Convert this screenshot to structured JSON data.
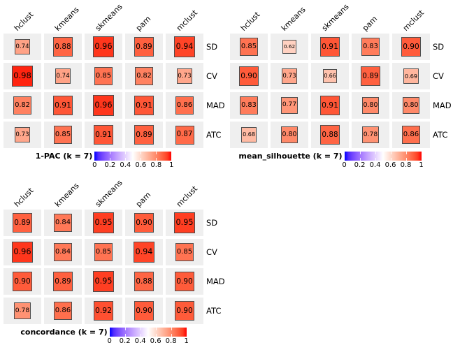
{
  "styles": {
    "cell_background": "#efefef",
    "square_border": "#4d4d4d",
    "text_color": "#000000",
    "scale_low": "#0000ff",
    "scale_mid": "#ffffff",
    "scale_high": "#ff0000"
  },
  "chart_data": [
    {
      "type": "heatmap",
      "title": "1-PAC (k = 7)",
      "categories": [
        "hclust",
        "kmeans",
        "skmeans",
        "pam",
        "mclust"
      ],
      "row_labels": [
        "SD",
        "CV",
        "MAD",
        "ATC"
      ],
      "values": [
        [
          0.74,
          0.88,
          0.96,
          0.89,
          0.94
        ],
        [
          0.98,
          0.74,
          0.85,
          0.82,
          0.73
        ],
        [
          0.82,
          0.91,
          0.96,
          0.91,
          0.86
        ],
        [
          0.73,
          0.85,
          0.91,
          0.89,
          0.87
        ]
      ],
      "value_labels": [
        [
          "0.74",
          "0.88",
          "0.96",
          "0.89",
          "0.94"
        ],
        [
          "0.98",
          "0.74",
          "0.85",
          "0.82",
          "0.73"
        ],
        [
          "0.82",
          "0.91",
          "0.96",
          "0.91",
          "0.86"
        ],
        [
          "0.73",
          "0.85",
          "0.91",
          "0.89",
          "0.87"
        ]
      ],
      "size_encodes": "value",
      "legend_position": "bottom",
      "colorbar": {
        "min": 0,
        "max": 1,
        "mid_value": 0.5,
        "low_color": "#0000ff",
        "mid_color": "#ffffff",
        "high_color": "#ff0000",
        "ticks": [
          "0",
          "0.2",
          "0.4",
          "0.6",
          "0.8",
          "1"
        ],
        "tick_values": [
          0,
          0.2,
          0.4,
          0.6,
          0.8,
          1
        ]
      }
    },
    {
      "type": "heatmap",
      "title": "mean_silhouette (k = 7)",
      "categories": [
        "hclust",
        "kmeans",
        "skmeans",
        "pam",
        "mclust"
      ],
      "row_labels": [
        "SD",
        "CV",
        "MAD",
        "ATC"
      ],
      "values": [
        [
          0.85,
          0.62,
          0.91,
          0.83,
          0.9
        ],
        [
          0.9,
          0.73,
          0.66,
          0.89,
          0.69
        ],
        [
          0.83,
          0.77,
          0.91,
          0.8,
          0.8
        ],
        [
          0.68,
          0.8,
          0.88,
          0.78,
          0.86
        ]
      ],
      "value_labels": [
        [
          "0.85",
          "0.62",
          "0.91",
          "0.83",
          "0.90"
        ],
        [
          "0.90",
          "0.73",
          "0.66",
          "0.89",
          "0.69"
        ],
        [
          "0.83",
          "0.77",
          "0.91",
          "0.80",
          "0.80"
        ],
        [
          "0.68",
          "0.80",
          "0.88",
          "0.78",
          "0.86"
        ]
      ],
      "size_encodes": "value",
      "legend_position": "bottom",
      "colorbar": {
        "min": 0,
        "max": 1,
        "mid_value": 0.5,
        "low_color": "#0000ff",
        "mid_color": "#ffffff",
        "high_color": "#ff0000",
        "ticks": [
          "0",
          "0.2",
          "0.4",
          "0.6",
          "0.8",
          "1"
        ],
        "tick_values": [
          0,
          0.2,
          0.4,
          0.6,
          0.8,
          1
        ]
      }
    },
    {
      "type": "heatmap",
      "title": "concordance (k = 7)",
      "categories": [
        "hclust",
        "kmeans",
        "skmeans",
        "pam",
        "mclust"
      ],
      "row_labels": [
        "SD",
        "CV",
        "MAD",
        "ATC"
      ],
      "values": [
        [
          0.89,
          0.84,
          0.95,
          0.9,
          0.95
        ],
        [
          0.96,
          0.84,
          0.85,
          0.94,
          0.85
        ],
        [
          0.9,
          0.89,
          0.95,
          0.88,
          0.9
        ],
        [
          0.78,
          0.86,
          0.92,
          0.9,
          0.9
        ]
      ],
      "value_labels": [
        [
          "0.89",
          "0.84",
          "0.95",
          "0.90",
          "0.95"
        ],
        [
          "0.96",
          "0.84",
          "0.85",
          "0.94",
          "0.85"
        ],
        [
          "0.90",
          "0.89",
          "0.95",
          "0.88",
          "0.90"
        ],
        [
          "0.78",
          "0.86",
          "0.92",
          "0.90",
          "0.90"
        ]
      ],
      "size_encodes": "value",
      "legend_position": "bottom",
      "colorbar": {
        "min": 0,
        "max": 1,
        "mid_value": 0.5,
        "low_color": "#0000ff",
        "mid_color": "#ffffff",
        "high_color": "#ff0000",
        "ticks": [
          "0",
          "0.2",
          "0.4",
          "0.6",
          "0.8",
          "1"
        ],
        "tick_values": [
          0,
          0.2,
          0.4,
          0.6,
          0.8,
          1
        ]
      }
    }
  ]
}
